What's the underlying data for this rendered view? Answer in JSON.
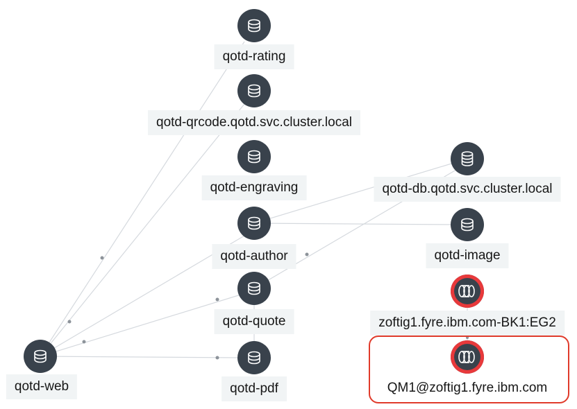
{
  "colors": {
    "node_fill": "#39424c",
    "alert_ring": "#e8393b",
    "edge": "#d5d9de",
    "edge_dot": "#8d939a",
    "label_bg": "#f1f4f5",
    "highlight_border": "#e03a2a"
  },
  "nodes": [
    {
      "label": "qotd-rating",
      "icon": "database-icon",
      "status": "normal"
    },
    {
      "label": "qotd-qrcode.qotd.svc.cluster.local",
      "icon": "database-icon",
      "status": "normal"
    },
    {
      "label": "qotd-engraving",
      "icon": "database-icon",
      "status": "normal"
    },
    {
      "label": "qotd-db.qotd.svc.cluster.local",
      "icon": "database-stack-icon",
      "status": "normal"
    },
    {
      "label": "qotd-author",
      "icon": "database-icon",
      "status": "normal"
    },
    {
      "label": "qotd-image",
      "icon": "database-icon",
      "status": "normal"
    },
    {
      "label": "zoftig1.fyre.ibm.com-BK1:EG2",
      "icon": "queue-icon",
      "status": "alert"
    },
    {
      "label": "qotd-quote",
      "icon": "database-icon",
      "status": "normal"
    },
    {
      "label": "qotd-web",
      "icon": "database-icon",
      "status": "normal"
    },
    {
      "label": "qotd-pdf",
      "icon": "database-icon",
      "status": "normal"
    },
    {
      "label": "QM1@zoftig1.fyre.ibm.com",
      "icon": "queue-icon",
      "status": "alert",
      "selected": true
    }
  ]
}
